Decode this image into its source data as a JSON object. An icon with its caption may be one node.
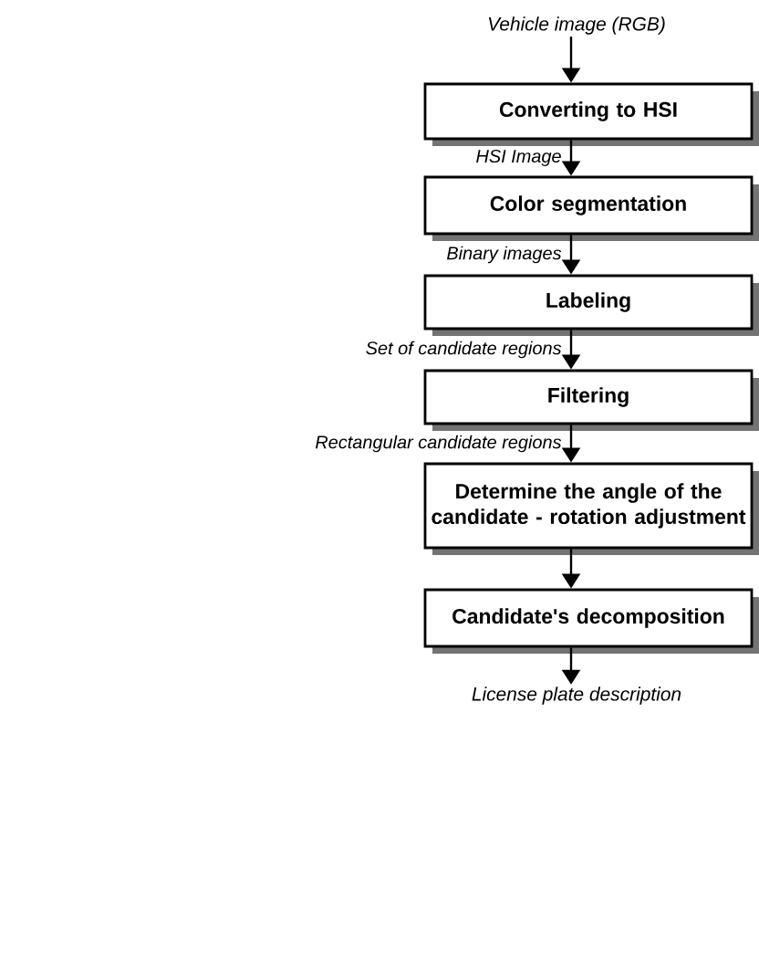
{
  "diagram": {
    "nodes": [
      {
        "text": [
          "Vehicle image (RGB)"
        ]
      },
      {
        "text": [
          "Converting to HSI"
        ]
      },
      {
        "text": [
          "Color segmentation"
        ]
      },
      {
        "text": [
          "Labeling"
        ]
      },
      {
        "text": [
          "Filtering"
        ]
      },
      {
        "text": [
          "Determine the angle of the candidate - rotation adjustment"
        ]
      },
      {
        "text": [
          "Candidate's decomposition"
        ]
      },
      {
        "text": [
          "License plate description"
        ]
      }
    ],
    "edges": [
      {
        "from": 0,
        "to": 1,
        "arrow": "to"
      },
      {
        "from": 1,
        "to": 2,
        "arrow": "to",
        "label": "HSI Image"
      },
      {
        "from": 2,
        "to": 3,
        "arrow": "to",
        "label": "Binary images"
      },
      {
        "from": 3,
        "to": 4,
        "arrow": "to",
        "label": "Set of candidate regions"
      },
      {
        "from": 4,
        "to": 5,
        "arrow": "to",
        "label": "Rectangular candidate regions"
      },
      {
        "from": 5,
        "to": 6,
        "arrow": "to"
      },
      {
        "from": 6,
        "to": 7,
        "arrow": "to"
      }
    ]
  }
}
